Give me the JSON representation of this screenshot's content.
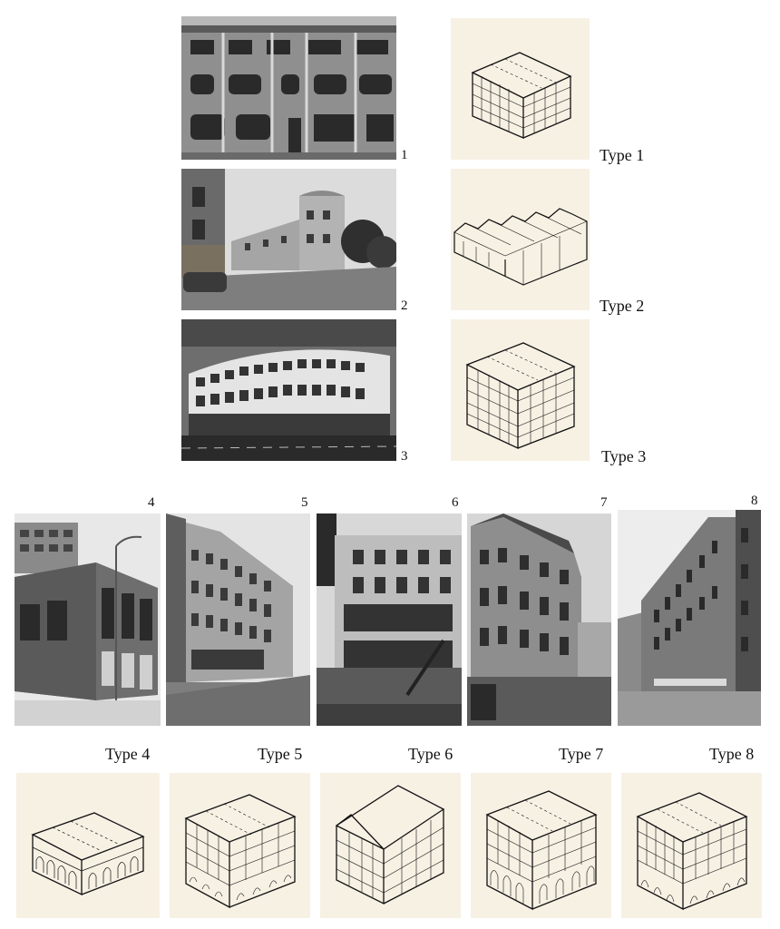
{
  "figures": [
    {
      "number": "1",
      "type_label": "Type 1"
    },
    {
      "number": "2",
      "type_label": "Type 2"
    },
    {
      "number": "3",
      "type_label": "Type 3"
    },
    {
      "number": "4",
      "type_label": "Type 4"
    },
    {
      "number": "5",
      "type_label": "Type 5"
    },
    {
      "number": "6",
      "type_label": "Type 6"
    },
    {
      "number": "7",
      "type_label": "Type 7"
    },
    {
      "number": "8",
      "type_label": "Type 8"
    }
  ]
}
